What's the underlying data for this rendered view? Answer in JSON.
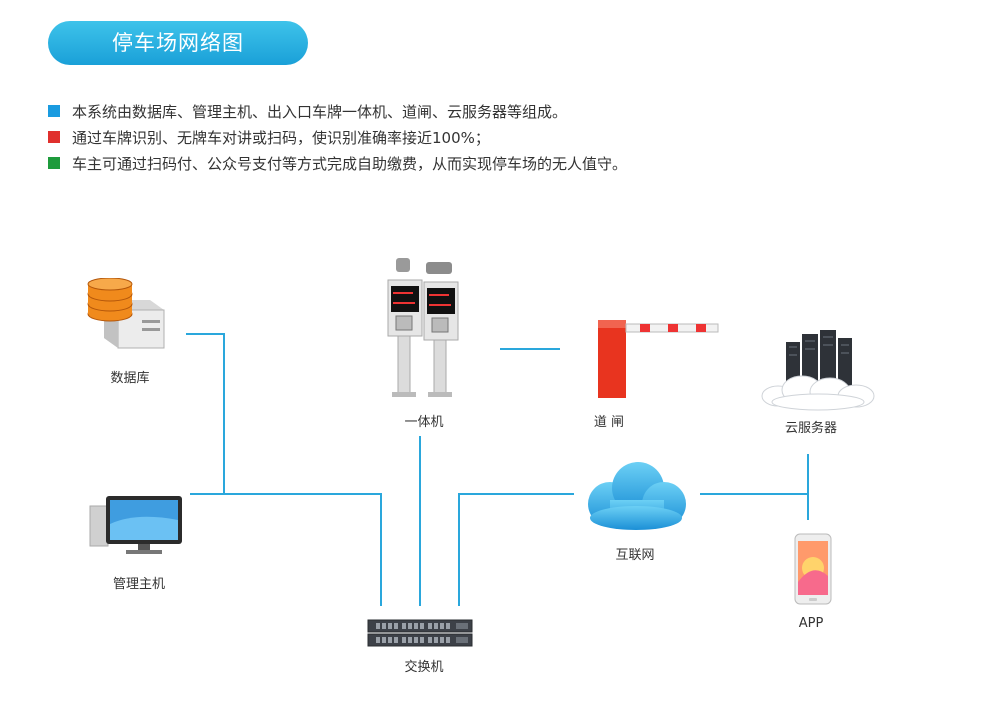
{
  "title": "停车场网络图",
  "colors": {
    "accent": "#1fa9dd",
    "line": "#2aa7dc",
    "bullet_blue": "#1a9be0",
    "bullet_red": "#e0302d",
    "bullet_green": "#1e9b3c"
  },
  "bullets": [
    {
      "text": "本系统由数据库、管理主机、出入口车牌一体机、道闸、云服务器等组成。",
      "color": "#1a9be0"
    },
    {
      "text": "通过车牌识别、无牌车对讲或扫码，使识别准确率接近100%；",
      "color": "#e0302d"
    },
    {
      "text": "车主可通过扫码付、公众号支付等方式完成自助缴费，从而实现停车场的无人值守。",
      "color": "#1e9b3c"
    }
  ],
  "nodes": {
    "database": "数据库",
    "host": "管理主机",
    "terminal": "一体机",
    "barrier": "道 闸",
    "cloud_server": "云服务器",
    "internet": "互联网",
    "switch": "交换机",
    "app": "APP"
  },
  "icons": [
    "database-icon",
    "computer-icon",
    "lpr-terminal-icon",
    "barrier-gate-icon",
    "cloud-server-icon",
    "cloud-icon",
    "switch-icon",
    "phone-icon"
  ]
}
